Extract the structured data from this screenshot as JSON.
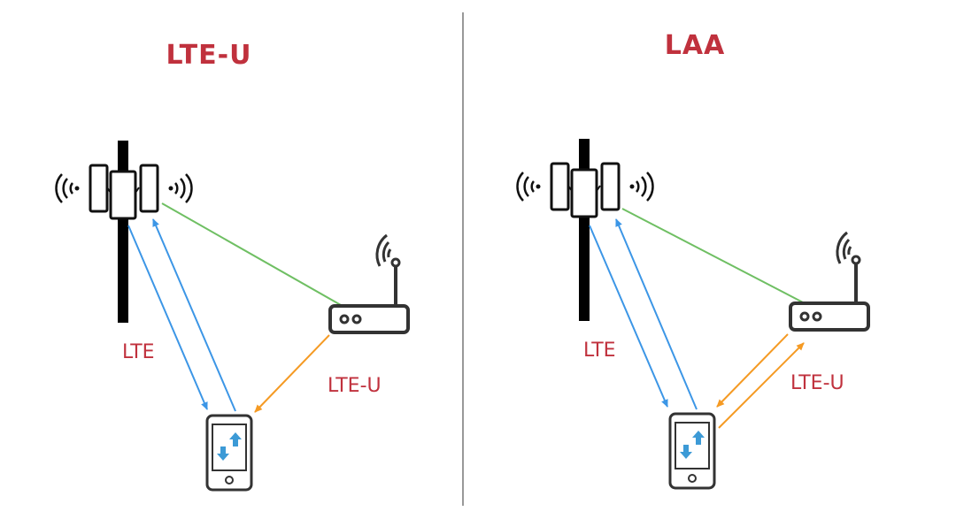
{
  "left_panel": {
    "title": "LTE-U",
    "lte_label": "LTE",
    "unlicensed_label": "LTE-U",
    "unlicensed_bidirectional": false
  },
  "right_panel": {
    "title": "LAA",
    "lte_label": "LTE",
    "unlicensed_label": "LTE-U",
    "unlicensed_bidirectional": true
  },
  "colors": {
    "title_text": "#c0313d",
    "lte_arrow": "#3c96e6",
    "unlicensed_arrow": "#f59a23",
    "backhaul_line": "#6fbf63",
    "device_stroke": "#333333",
    "phone_arrows": "#3c9ad6",
    "divider": "#999999"
  },
  "icons": [
    "cell-tower-icon",
    "wifi-router-icon",
    "smartphone-icon",
    "signal-waves-icon"
  ]
}
